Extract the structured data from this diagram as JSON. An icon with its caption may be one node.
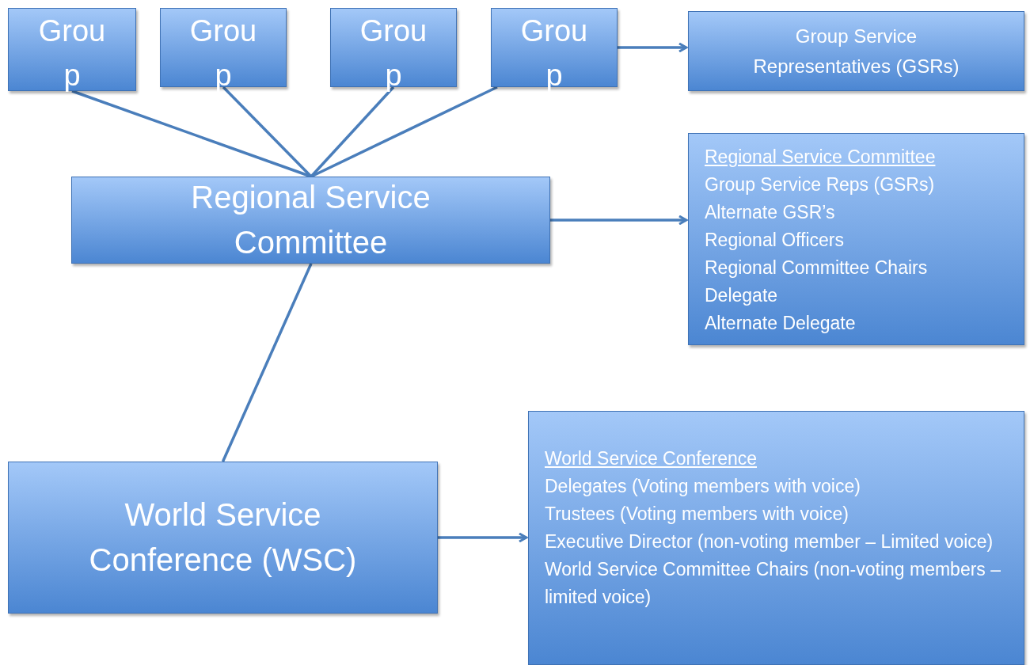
{
  "diagram": {
    "nodes": [
      {
        "text": [
          "Group"
        ]
      },
      {
        "text": [
          "Group"
        ]
      },
      {
        "text": [
          "Group"
        ]
      },
      {
        "text": [
          "Group"
        ]
      },
      {
        "text": [
          "Group Service Representatives (GSRs)"
        ]
      },
      {
        "text": [
          "Regional Service Committee"
        ]
      },
      {
        "text": [
          "Regional Service Committee",
          "Group Service Reps (GSRs)",
          "Alternate GSR’s",
          "Regional Officers",
          "Regional Committee Chairs",
          "Delegate",
          "Alternate Delegate"
        ]
      },
      {
        "text": [
          "World Service Conference (WSC)"
        ]
      },
      {
        "text": [
          "World Service Conference",
          "Delegates (Voting members with voice)",
          "Trustees (Voting members with voice)",
          "Executive Director (non-voting member – Limited voice)",
          "World Service Committee Chairs (non-voting members – limited voice)"
        ]
      }
    ],
    "edges": [
      {
        "from": 0,
        "to": 5,
        "arrow": "none"
      },
      {
        "from": 1,
        "to": 5,
        "arrow": "none"
      },
      {
        "from": 2,
        "to": 5,
        "arrow": "none"
      },
      {
        "from": 3,
        "to": 5,
        "arrow": "none"
      },
      {
        "from": 3,
        "to": 4,
        "arrow": "to"
      },
      {
        "from": 5,
        "to": 6,
        "arrow": "to"
      },
      {
        "from": 5,
        "to": 7,
        "arrow": "none"
      },
      {
        "from": 7,
        "to": 8,
        "arrow": "to"
      }
    ]
  }
}
